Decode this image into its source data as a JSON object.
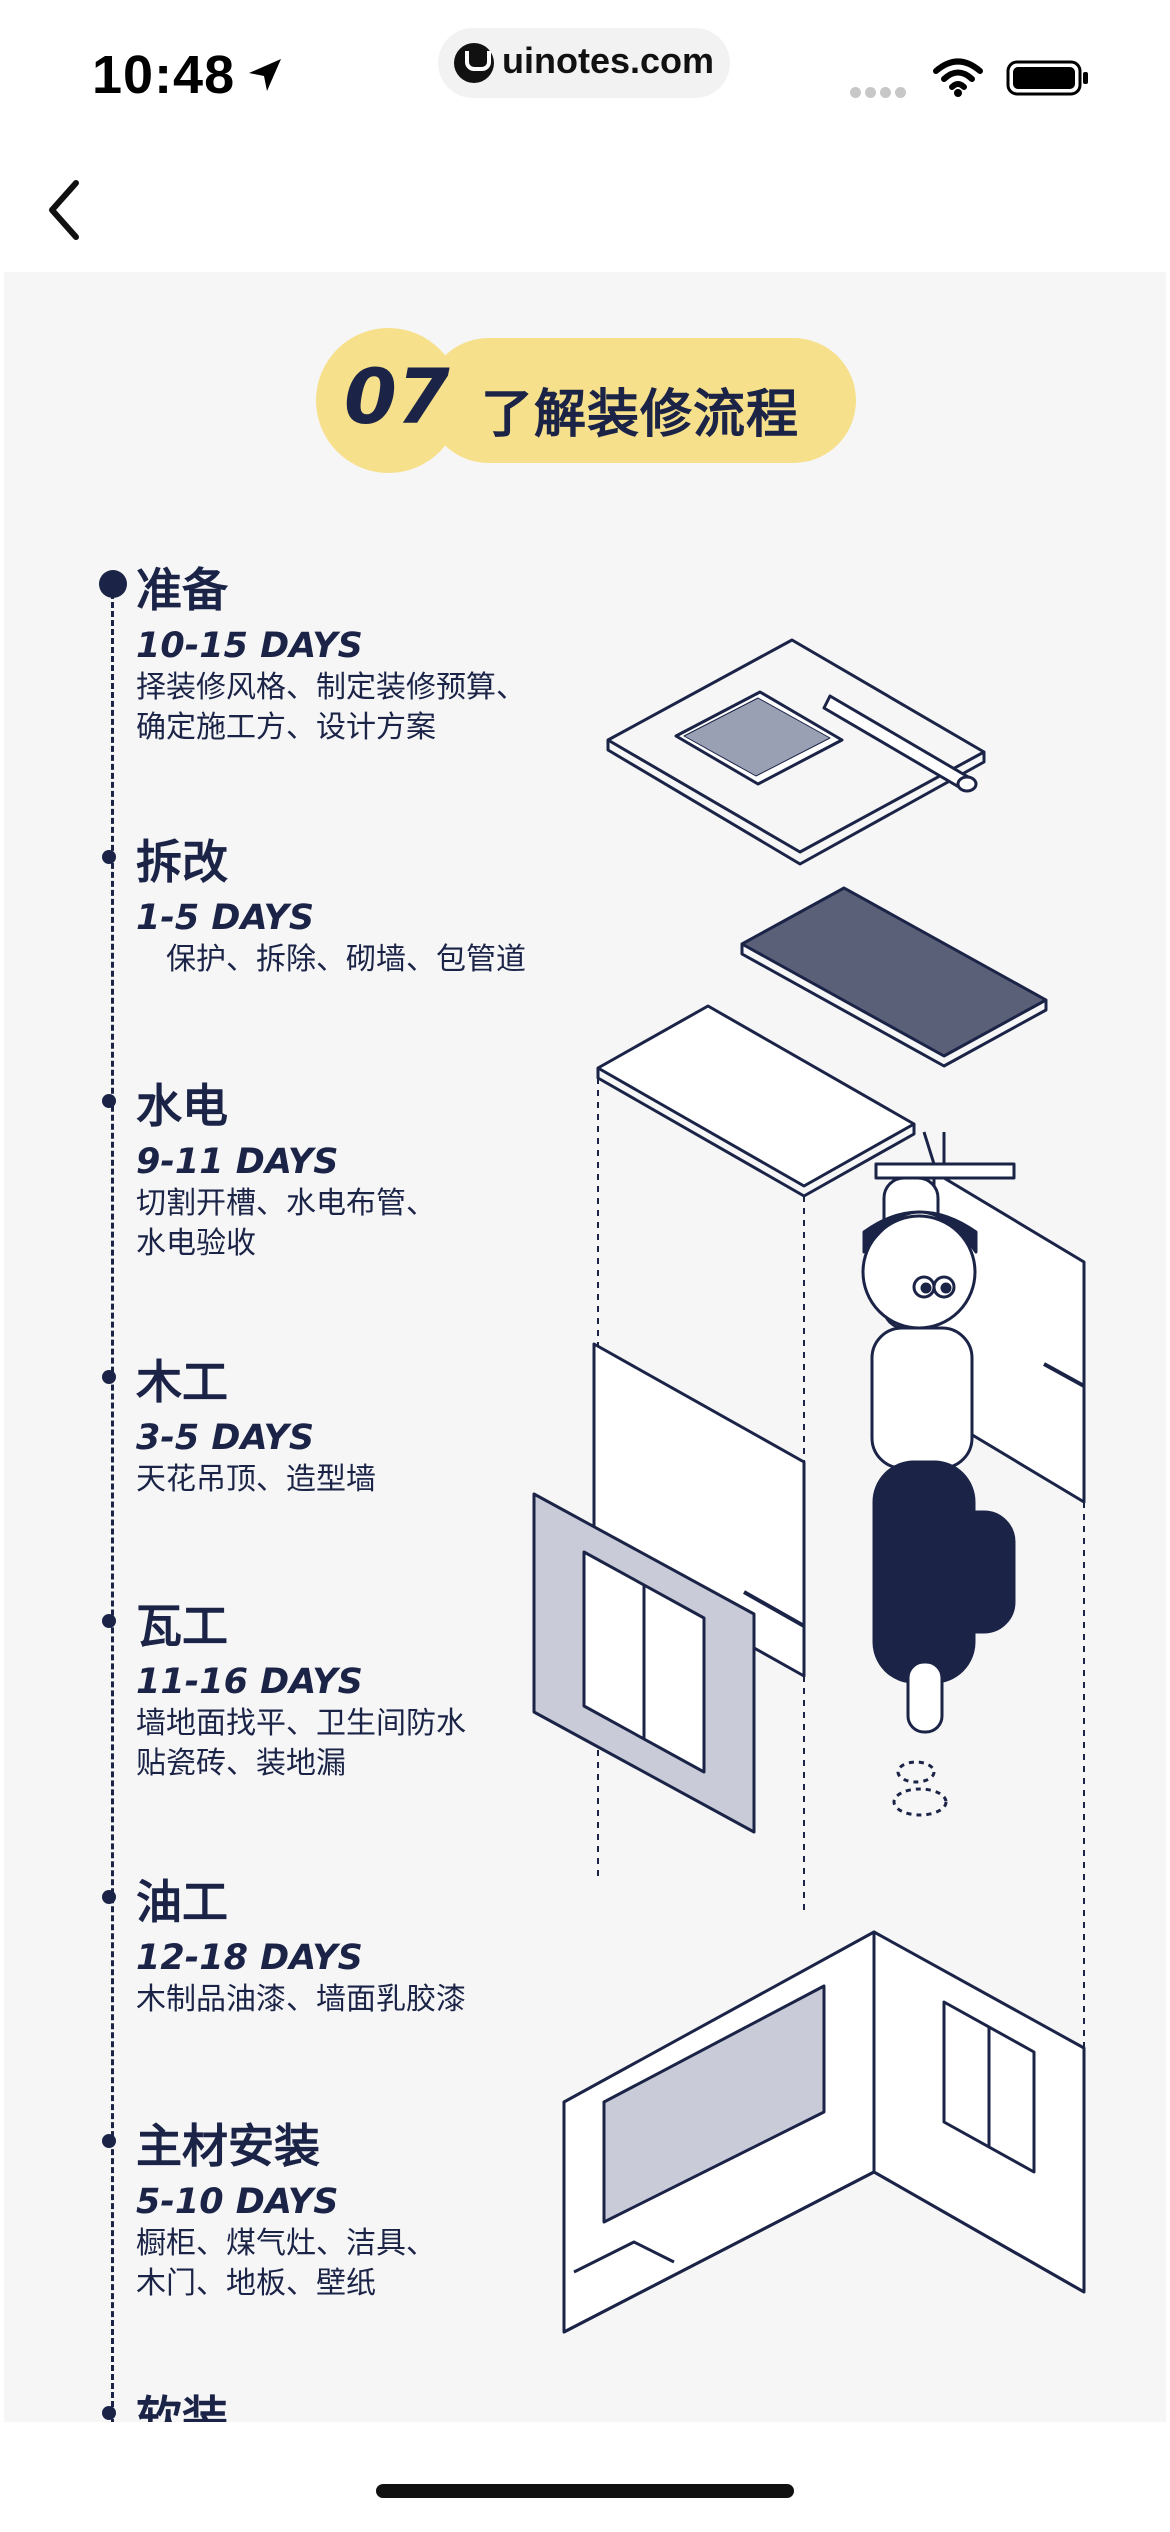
{
  "status_bar": {
    "time": "10:48",
    "url": "uinotes.com",
    "icons": [
      "location-arrow-icon",
      "signal-icon",
      "wifi-icon",
      "battery-icon"
    ]
  },
  "nav": {
    "back_icon": "chevron-left-icon"
  },
  "badge": {
    "number": "07",
    "title": "了解装修流程"
  },
  "steps": [
    {
      "title": "准备",
      "days": "10-15 DAYS",
      "desc": [
        "择装修风格、制定装修预算、",
        "确定施工方、设计方案"
      ]
    },
    {
      "title": "拆改",
      "days": "1-5 DAYS",
      "desc": [
        "保护、拆除、砌墙、包管道"
      ]
    },
    {
      "title": "水电",
      "days": "9-11 DAYS",
      "desc": [
        "切割开槽、水电布管、",
        "水电验收"
      ]
    },
    {
      "title": "木工",
      "days": "3-5 DAYS",
      "desc": [
        "天花吊顶、造型墙"
      ]
    },
    {
      "title": "瓦工",
      "days": "11-16 DAYS",
      "desc": [
        "墙地面找平、卫生间防水",
        "贴瓷砖、装地漏"
      ]
    },
    {
      "title": "油工",
      "days": "12-18 DAYS",
      "desc": [
        "木制品油漆、墙面乳胶漆"
      ]
    },
    {
      "title": "主材安装",
      "days": "5-10 DAYS",
      "desc": [
        "橱柜、煤气灶、洁具、",
        "木门、地板、壁纸"
      ]
    },
    {
      "title": "软装",
      "days": "",
      "desc": []
    }
  ],
  "colors": {
    "navy": "#1b2447",
    "badge_yellow": "#f6e08b",
    "background": "#f6f6f7"
  }
}
